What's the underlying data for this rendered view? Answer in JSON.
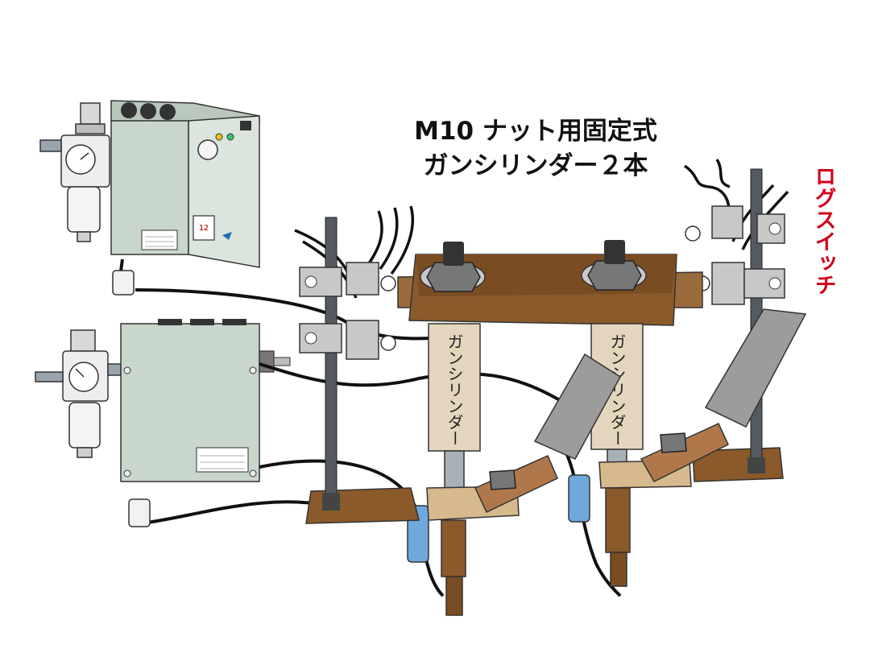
{
  "title": {
    "line1": "M10 ナット用固定式",
    "line2": "ガンシリンダー２本"
  },
  "side_label": {
    "text": "ログスイッチ",
    "color": "#d0021b"
  },
  "cylinders": [
    {
      "label": "ガンシリンダー"
    },
    {
      "label": "ガンシリンダー"
    }
  ],
  "controller": {
    "display_value": "12"
  },
  "colors": {
    "controller_body": "#c9d6cc",
    "wood": "#8a5a2b",
    "cylinder": "#e4d6bc",
    "rod": "#555a60",
    "hose": "#111111",
    "bracket": "#c8c8c8",
    "cable_sleeve": "#9c9c9c",
    "fitting": "#6fa8dc"
  }
}
